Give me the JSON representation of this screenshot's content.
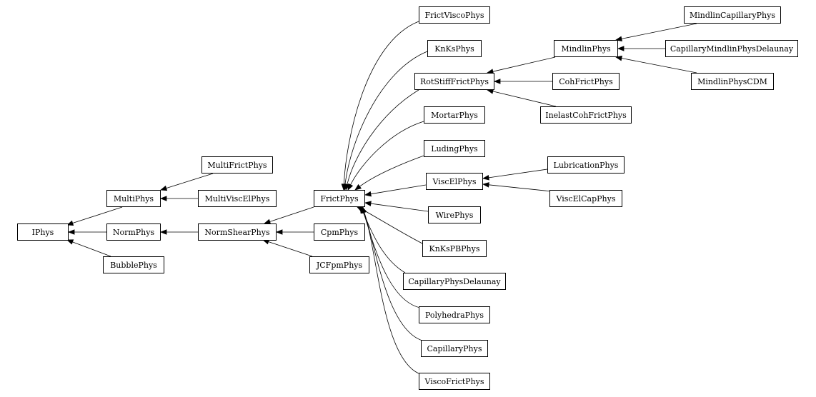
{
  "diagram": {
    "type": "class-inheritance-graph",
    "nodes": {
      "IPhys": "IPhys",
      "MultiPhys": "MultiPhys",
      "NormPhys": "NormPhys",
      "BubblePhys": "BubblePhys",
      "MultiFrictPhys": "MultiFrictPhys",
      "MultiViscElPhys": "MultiViscElPhys",
      "NormShearPhys": "NormShearPhys",
      "FrictPhys": "FrictPhys",
      "CpmPhys": "CpmPhys",
      "JCFpmPhys": "JCFpmPhys",
      "FrictViscoPhys": "FrictViscoPhys",
      "KnKsPhys": "KnKsPhys",
      "RotStiffFrictPhys": "RotStiffFrictPhys",
      "MortarPhys": "MortarPhys",
      "LudingPhys": "LudingPhys",
      "ViscElPhys": "ViscElPhys",
      "WirePhys": "WirePhys",
      "KnKsPBPhys": "KnKsPBPhys",
      "CapillaryPhysDelaunay": "CapillaryPhysDelaunay",
      "PolyhedraPhys": "PolyhedraPhys",
      "CapillaryPhys": "CapillaryPhys",
      "ViscoFrictPhys": "ViscoFrictPhys",
      "MindlinPhys": "MindlinPhys",
      "CohFrictPhys": "CohFrictPhys",
      "InelastCohFrictPhys": "InelastCohFrictPhys",
      "LubricationPhys": "LubricationPhys",
      "ViscElCapPhys": "ViscElCapPhys",
      "MindlinCapillaryPhys": "MindlinCapillaryPhys",
      "CapillaryMindlinPhysDelaunay": "CapillaryMindlinPhysDelaunay",
      "MindlinPhysCDM": "MindlinPhysCDM"
    },
    "edges": [
      {
        "from": "MultiPhys",
        "to": "IPhys"
      },
      {
        "from": "NormPhys",
        "to": "IPhys"
      },
      {
        "from": "BubblePhys",
        "to": "IPhys"
      },
      {
        "from": "MultiFrictPhys",
        "to": "MultiPhys"
      },
      {
        "from": "MultiViscElPhys",
        "to": "MultiPhys"
      },
      {
        "from": "NormShearPhys",
        "to": "NormPhys"
      },
      {
        "from": "FrictPhys",
        "to": "NormShearPhys"
      },
      {
        "from": "CpmPhys",
        "to": "NormShearPhys"
      },
      {
        "from": "JCFpmPhys",
        "to": "NormShearPhys"
      },
      {
        "from": "FrictViscoPhys",
        "to": "FrictPhys"
      },
      {
        "from": "KnKsPhys",
        "to": "FrictPhys"
      },
      {
        "from": "RotStiffFrictPhys",
        "to": "FrictPhys"
      },
      {
        "from": "MortarPhys",
        "to": "FrictPhys"
      },
      {
        "from": "LudingPhys",
        "to": "FrictPhys"
      },
      {
        "from": "ViscElPhys",
        "to": "FrictPhys"
      },
      {
        "from": "WirePhys",
        "to": "FrictPhys"
      },
      {
        "from": "KnKsPBPhys",
        "to": "FrictPhys"
      },
      {
        "from": "CapillaryPhysDelaunay",
        "to": "FrictPhys"
      },
      {
        "from": "PolyhedraPhys",
        "to": "FrictPhys"
      },
      {
        "from": "CapillaryPhys",
        "to": "FrictPhys"
      },
      {
        "from": "ViscoFrictPhys",
        "to": "FrictPhys"
      },
      {
        "from": "MindlinPhys",
        "to": "RotStiffFrictPhys"
      },
      {
        "from": "CohFrictPhys",
        "to": "RotStiffFrictPhys"
      },
      {
        "from": "InelastCohFrictPhys",
        "to": "RotStiffFrictPhys"
      },
      {
        "from": "LubricationPhys",
        "to": "ViscElPhys"
      },
      {
        "from": "ViscElCapPhys",
        "to": "ViscElPhys"
      },
      {
        "from": "MindlinCapillaryPhys",
        "to": "MindlinPhys"
      },
      {
        "from": "CapillaryMindlinPhysDelaunay",
        "to": "MindlinPhys"
      },
      {
        "from": "MindlinPhysCDM",
        "to": "MindlinPhys"
      }
    ]
  }
}
